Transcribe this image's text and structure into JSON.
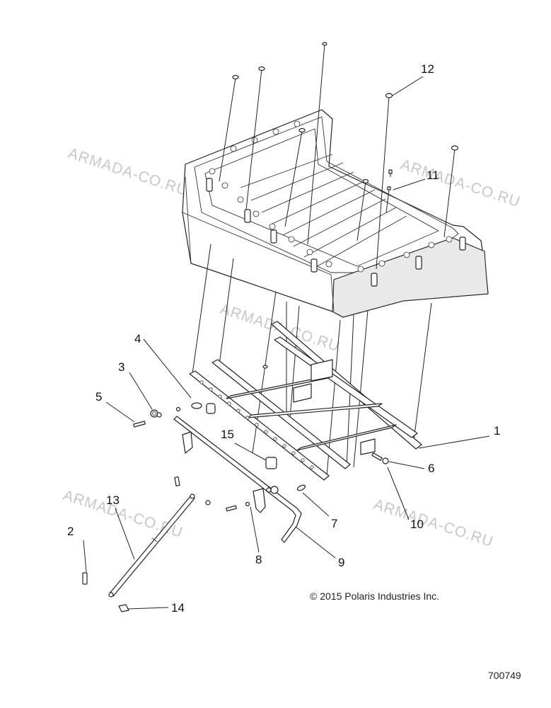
{
  "watermark": "ARMADA-CO.RU",
  "copyright": "© 2015 Polaris Industries Inc.",
  "document_number": "700749",
  "callouts": [
    "1",
    "2",
    "3",
    "4",
    "5",
    "6",
    "7",
    "8",
    "9",
    "10",
    "11",
    "12",
    "13",
    "14",
    "15"
  ]
}
